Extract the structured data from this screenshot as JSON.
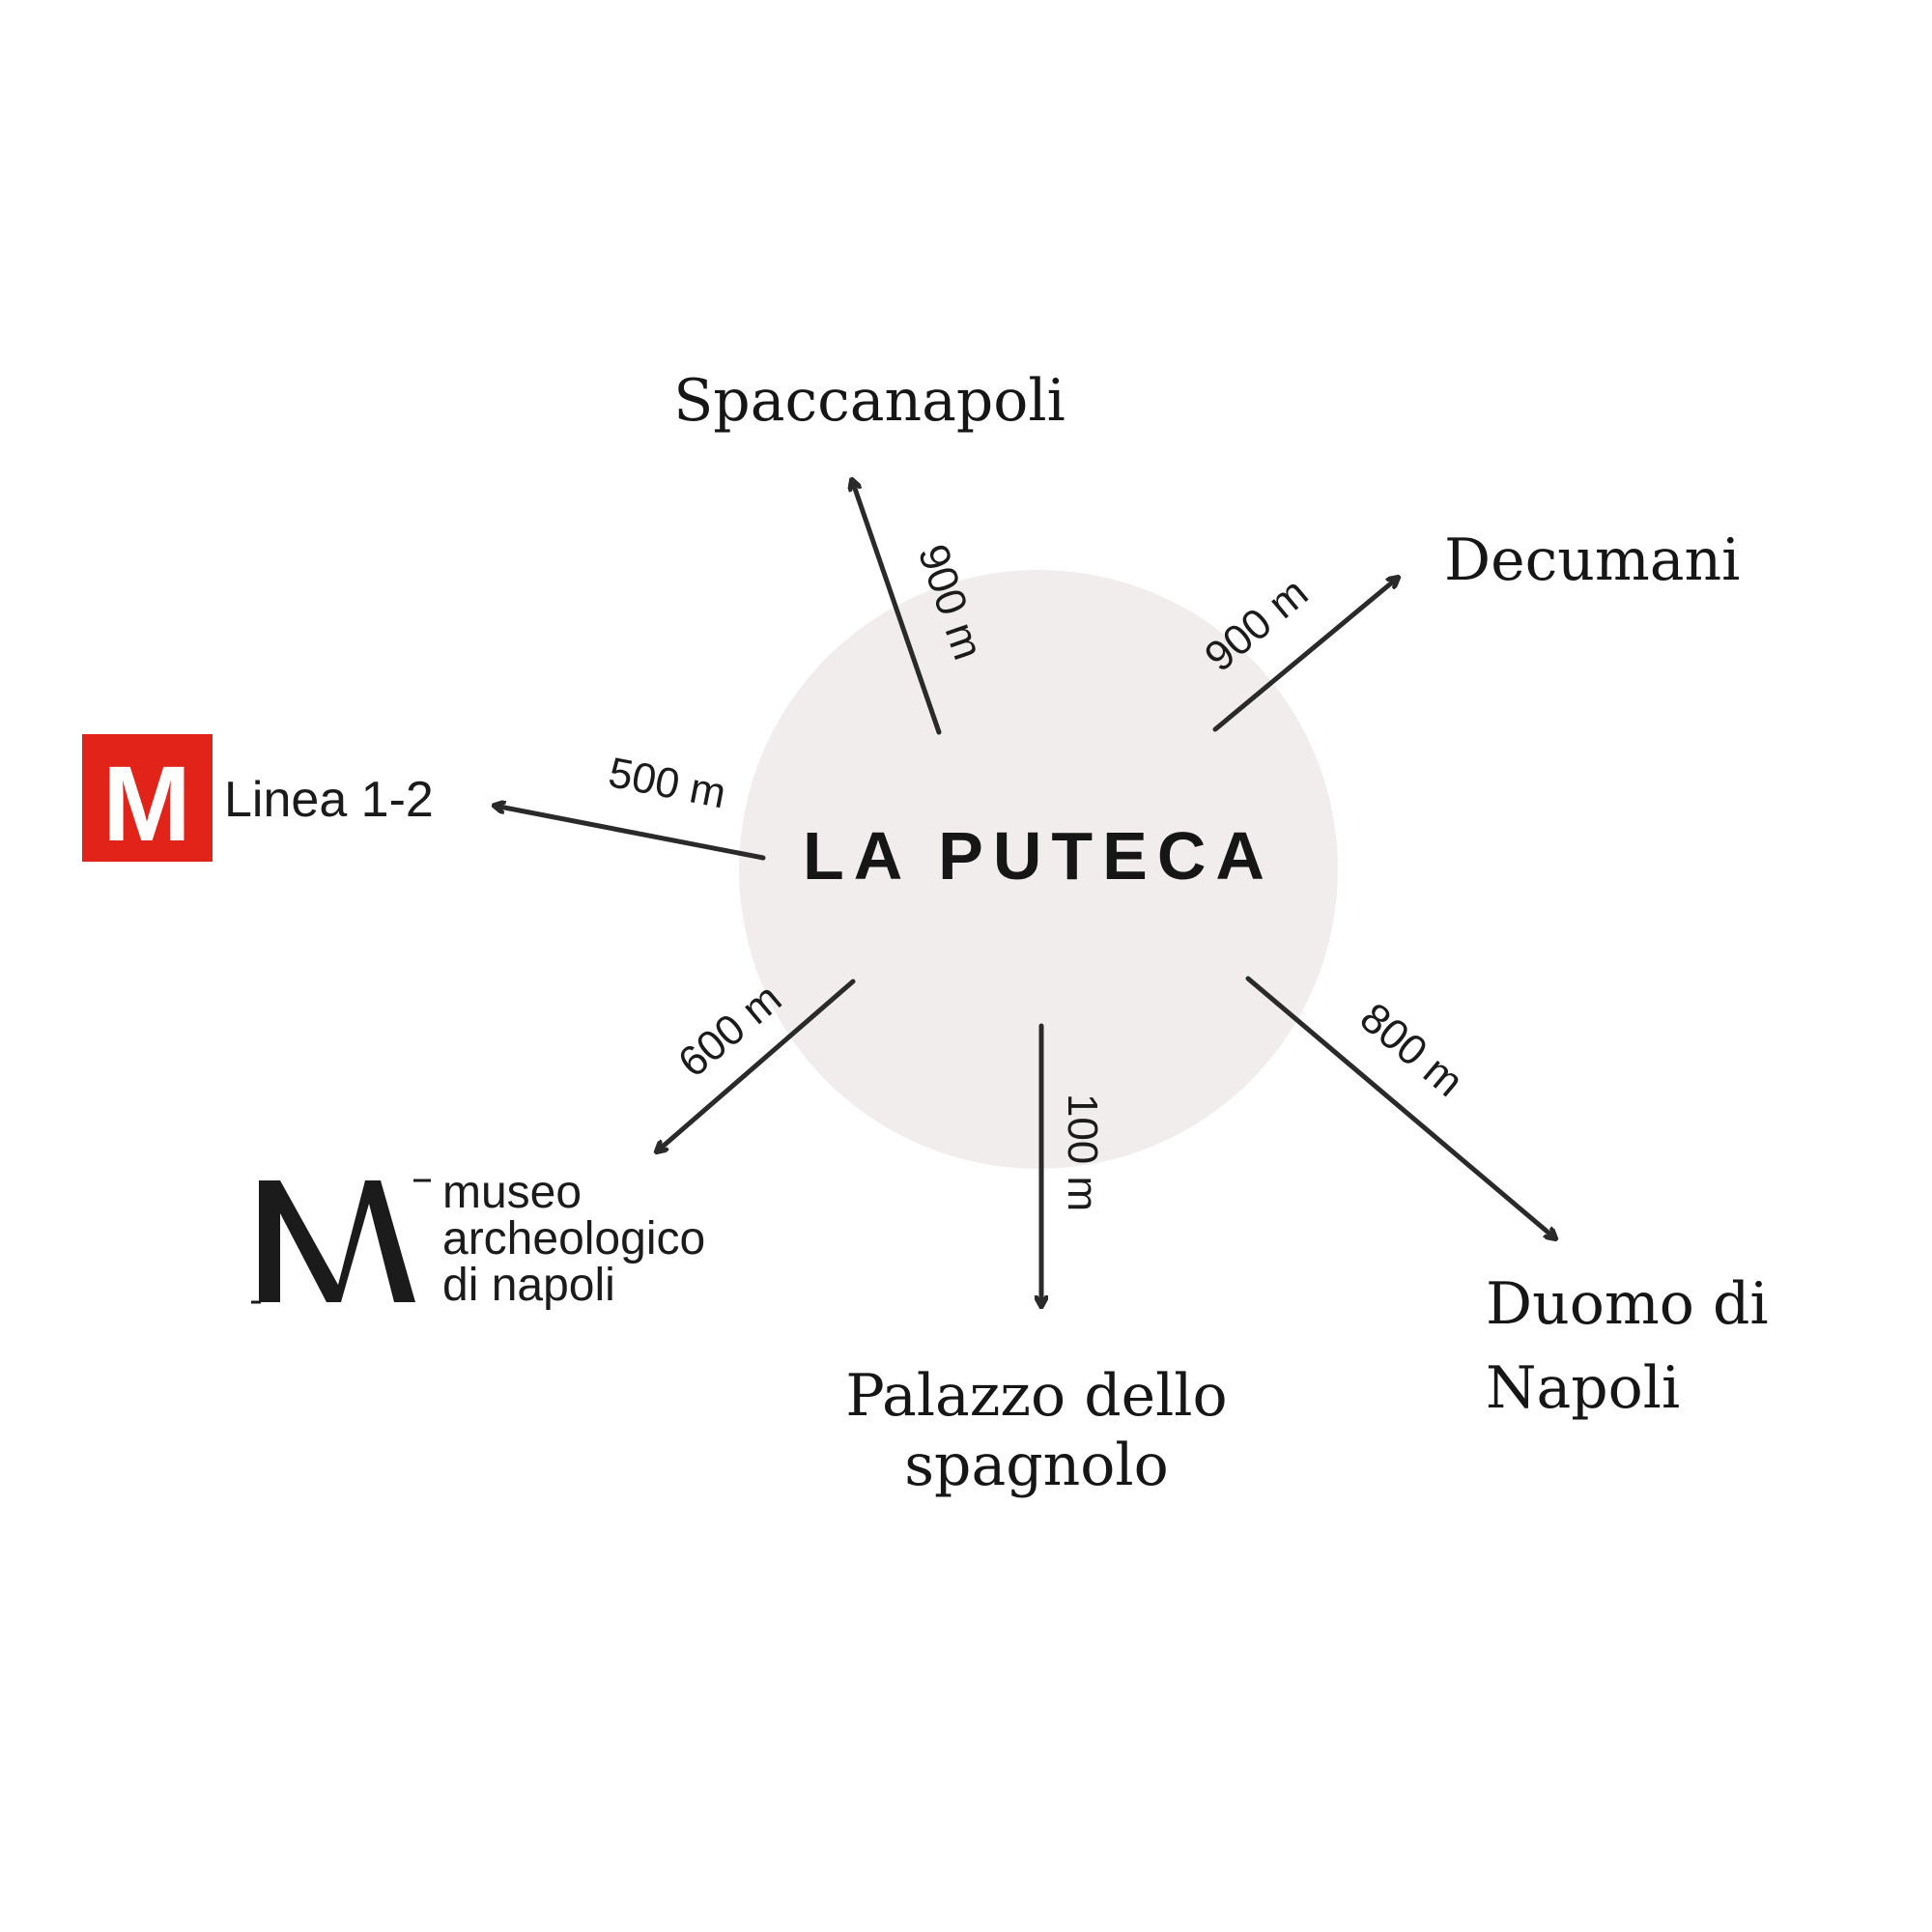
{
  "center": {
    "name": "LA PUTECA",
    "circle_color": "#f1eded"
  },
  "destinations": [
    {
      "id": "spaccanapoli",
      "name_lines": [
        "Spaccanapoli"
      ],
      "distance": "900 m"
    },
    {
      "id": "decumani",
      "name_lines": [
        "Decumani"
      ],
      "distance": "900 m"
    },
    {
      "id": "metro",
      "name_lines": [
        "Linea 1-2"
      ],
      "distance": "500 m"
    },
    {
      "id": "museo",
      "name_lines": [
        "museo",
        "archeologico",
        "di napoli"
      ],
      "distance": "600 m"
    },
    {
      "id": "palazzo",
      "name_lines": [
        "Palazzo dello",
        "spagnolo"
      ],
      "distance": "100 m"
    },
    {
      "id": "duomo",
      "name_lines": [
        "Duomo di",
        "Napoli"
      ],
      "distance": "800 m"
    }
  ],
  "metro_logo": {
    "letter": "M",
    "color": "#e2231a",
    "icon": "metro-m-icon"
  },
  "museo_logo": {
    "icon": "museo-mn-logo-icon"
  },
  "colors": {
    "text": "#161616",
    "arrow": "#2a2a2a"
  }
}
